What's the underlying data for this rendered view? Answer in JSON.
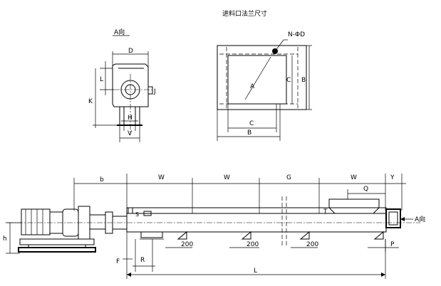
{
  "title": "进料口法兰尺寸",
  "side_view": {
    "view_label": "A向",
    "dims": {
      "D": "D",
      "L": "L",
      "K": "K",
      "J": "J",
      "H": "H",
      "V": "V"
    }
  },
  "flange": {
    "hole_label": "N-ΦD",
    "dims": {
      "A": "A",
      "C_inner": "C",
      "B_outer": "B",
      "C_right": "C",
      "B_right": "B"
    }
  },
  "conveyor": {
    "view_label": "A向",
    "dims": {
      "b": "b",
      "W1": "W",
      "W2": "W",
      "G": "G",
      "W3": "W",
      "Y": "Y",
      "Q": "Q",
      "T": "T",
      "h": "h",
      "F": "F",
      "R": "R",
      "L": "L",
      "P": "P",
      "S": "S"
    },
    "support_labels": [
      "200",
      "200",
      "200"
    ]
  }
}
